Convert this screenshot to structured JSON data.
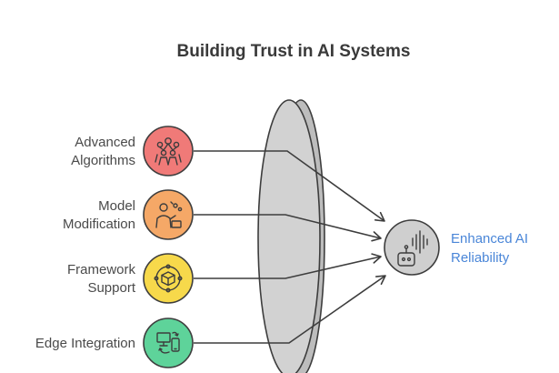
{
  "title": "Building Trust in AI Systems",
  "inputs": [
    {
      "lines": [
        "Advanced",
        "Algorithms"
      ],
      "icon": "team-network-icon",
      "color": "#f07a78"
    },
    {
      "lines": [
        "Model",
        "Modification"
      ],
      "icon": "person-thinking-icon",
      "color": "#f5a867"
    },
    {
      "lines": [
        "Framework",
        "Support"
      ],
      "icon": "cube-framework-icon",
      "color": "#f7d94b"
    },
    {
      "lines": [
        "Edge Integration"
      ],
      "icon": "devices-sync-icon",
      "color": "#5ed39a"
    }
  ],
  "output": {
    "lines": [
      "Enhanced AI",
      "Reliability"
    ],
    "icon": "robot-voice-icon",
    "color": "#cfcfcf",
    "text_color": "#4a86d8"
  },
  "lens": {
    "fill": "#d2d2d2",
    "edge": "#bdbdbd"
  }
}
